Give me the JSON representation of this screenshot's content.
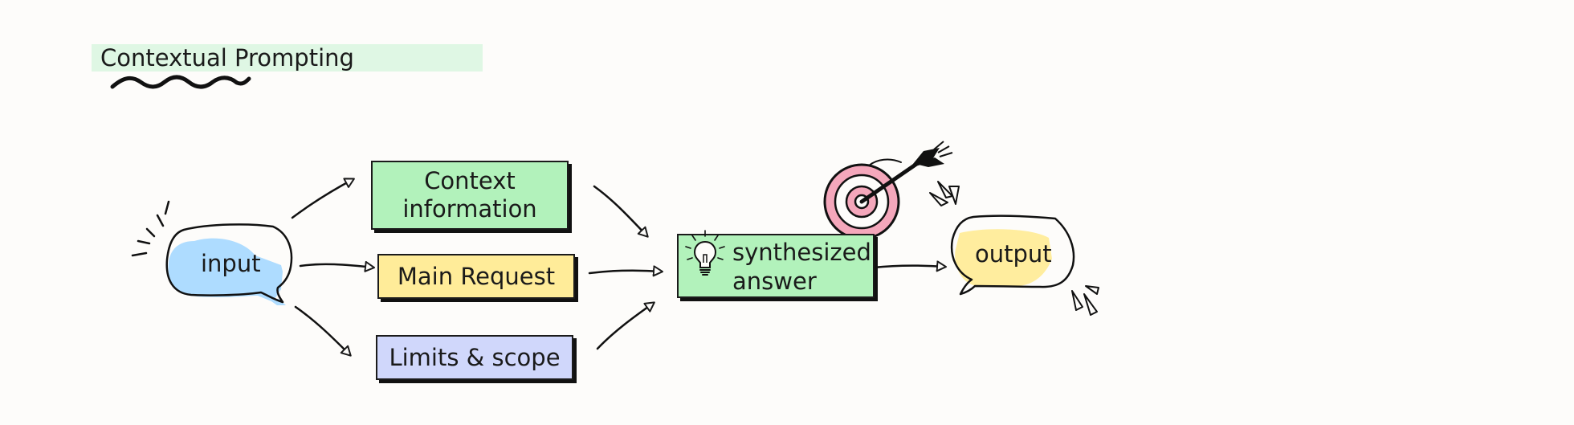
{
  "title": "Contextual Prompting",
  "nodes": {
    "input": "input",
    "context": "Context information",
    "main_request": "Main Request",
    "limits": "Limits & scope",
    "synth_line1": "synthesized",
    "synth_line2": "answer",
    "output": "output"
  },
  "colors": {
    "title_band": "#dff7e4",
    "context": "#b2f2bb",
    "main_request": "#ffec99",
    "limits": "#d0d7fb",
    "synthesized": "#b2f2bb",
    "input_fill": "#a5d8ff",
    "output_fill": "#ffec99",
    "target": "#f4a7bb"
  },
  "icons": [
    "squiggle-underline",
    "speech-bubble-icon",
    "lightbulb-icon",
    "target-icon",
    "arrow-icon",
    "sparkle-icon"
  ]
}
